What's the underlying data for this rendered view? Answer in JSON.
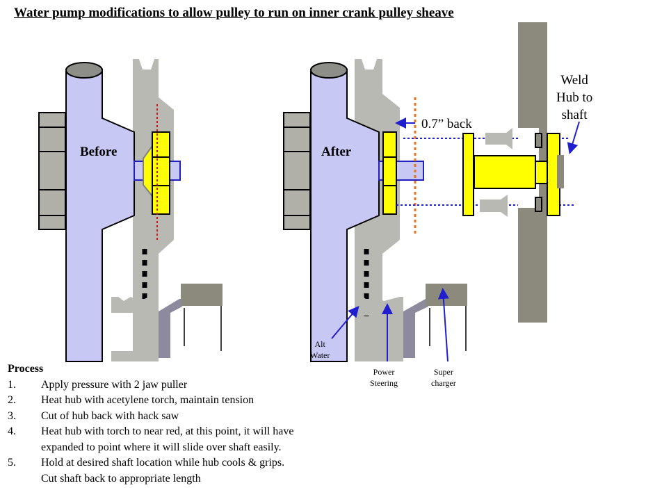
{
  "title": "Water pump modifications to allow pulley to run on inner crank pulley sheave",
  "labels": {
    "before": "Before",
    "after": "After",
    "offset": "0.7” back",
    "weld": [
      "Weld",
      "Hub to",
      "shaft"
    ],
    "alt_water": [
      "Alt",
      "Water"
    ],
    "power_steering": [
      "Power",
      "Steering"
    ],
    "supercharger": [
      "Super",
      "charger"
    ]
  },
  "process": {
    "heading": "Process",
    "steps": [
      {
        "num": "1.",
        "text": "Apply pressure with 2 jaw puller"
      },
      {
        "num": "2.",
        "text": "Heat hub with acetylene torch, maintain tension"
      },
      {
        "num": "3.",
        "text": "Cut of hub back with hack saw"
      },
      {
        "num": "4.",
        "text": "Heat hub with torch to near red, at this point, it will have",
        "cont": "expanded to point where it will slide over shaft easily."
      },
      {
        "num": "5.",
        "text": "Hold at desired shaft location while hub cools & grips.",
        "cont": "Cut shaft back to appropriate length"
      }
    ]
  },
  "colors": {
    "pump": "#c8c8f4",
    "pulley": "#b9b9b3",
    "hub": "#ffff00",
    "dark_metal": "#8c8a7c",
    "arrow": "#1f1fd0",
    "red_line": "#e01010",
    "orange_line": "#f07020"
  }
}
